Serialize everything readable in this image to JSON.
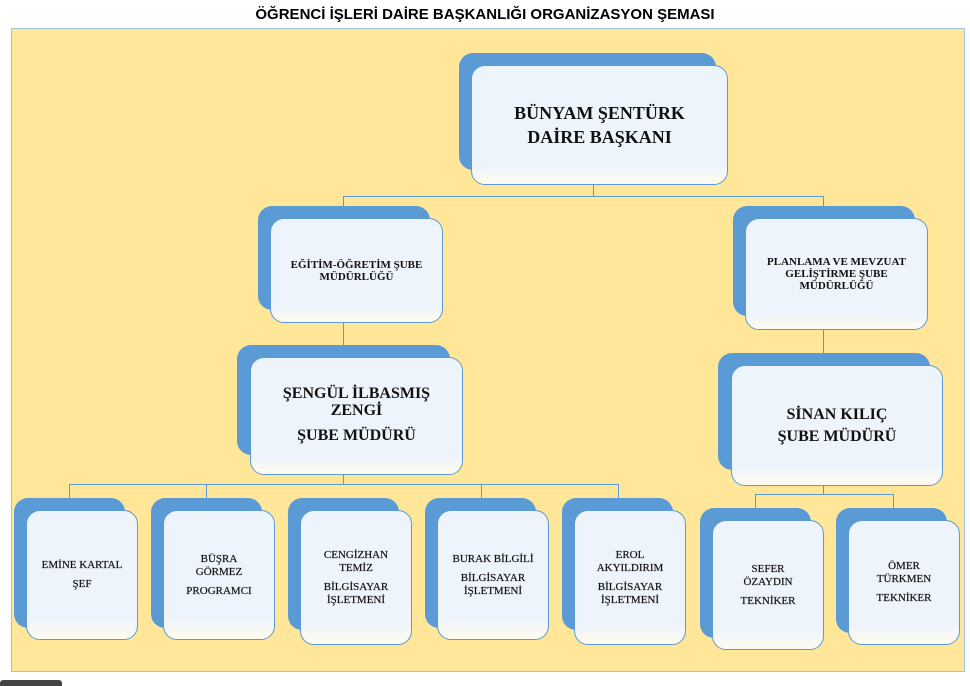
{
  "title": "ÖĞRENCİ İŞLERİ DAİRE BAŞKANLIĞI ORGANİZASYON ŞEMASI",
  "head": {
    "line1": "BÜNYAM ŞENTÜRK",
    "line2": "DAİRE BAŞKANI"
  },
  "unit_left": {
    "line1": "EĞİTİM-ÖĞRETİM ŞUBE",
    "line2": "MÜDÜRLÜĞÜ"
  },
  "unit_right": {
    "line1": "PLANLAMA VE MEVZUAT",
    "line2": "GELİŞTİRME ŞUBE",
    "line3": "MÜDÜRLÜĞÜ"
  },
  "manager_left": {
    "line1": "ŞENGÜL İLBASMIŞ",
    "line2": "ZENGİ",
    "line3": "ŞUBE MÜDÜRÜ"
  },
  "manager_right": {
    "line1": "SİNAN KILIÇ",
    "line2": "ŞUBE MÜDÜRÜ"
  },
  "staff": [
    {
      "name": "EMİNE KARTAL",
      "role": "ŞEF"
    },
    {
      "name": "BÜŞRA GÖRMEZ",
      "role": "PROGRAMCI"
    },
    {
      "name": "CENGİZHAN TEMİZ",
      "role": "BİLGİSAYAR İŞLETMENİ"
    },
    {
      "name": "BURAK BİLGİLİ",
      "role": "BİLGİSAYAR İŞLETMENİ"
    },
    {
      "name": "EROL AKYILDIRIM",
      "role": "BİLGİSAYAR İŞLETMENİ"
    },
    {
      "name": "SEFER ÖZAYDIN",
      "role": "TEKNİKER"
    },
    {
      "name": "ÖMER TÜRKMEN",
      "role": "TEKNİKER"
    }
  ]
}
